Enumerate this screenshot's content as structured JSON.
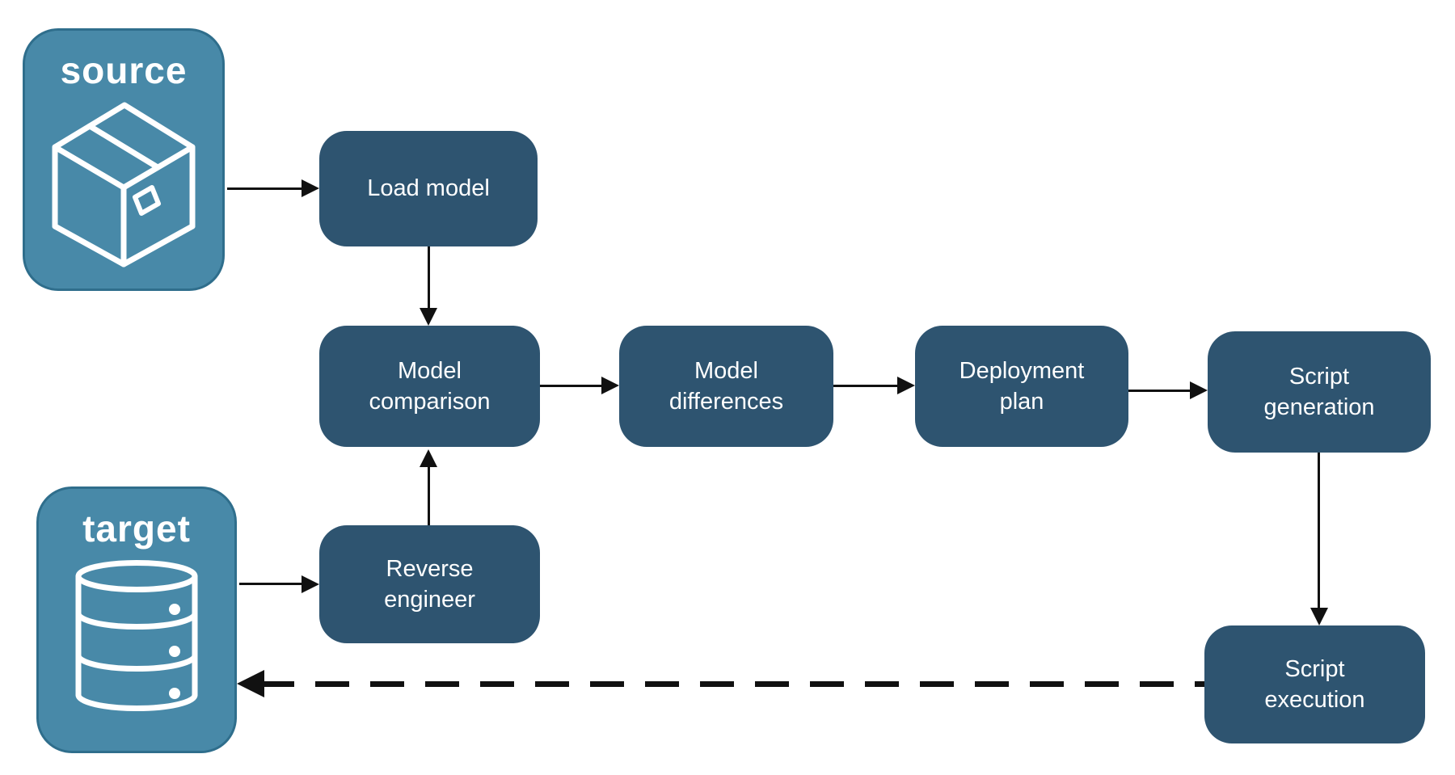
{
  "colors": {
    "node_fill": "#2E5470",
    "container_fill": "#4889A8",
    "container_border": "#2F6E8C",
    "arrow": "#111111",
    "text": "#FFFFFF",
    "background": "#FFFFFF"
  },
  "containers": {
    "source": {
      "label": "source",
      "icon": "package-icon"
    },
    "target": {
      "label": "target",
      "icon": "database-icon"
    }
  },
  "nodes": {
    "load_model": {
      "label": "Load model"
    },
    "model_comparison": {
      "label": "Model\ncomparison"
    },
    "model_differences": {
      "label": "Model\ndifferences"
    },
    "deployment_plan": {
      "label": "Deployment\nplan"
    },
    "script_generation": {
      "label": "Script\ngeneration"
    },
    "reverse_engineer": {
      "label": "Reverse\nengineer"
    },
    "script_execution": {
      "label": "Script\nexecution"
    }
  },
  "edges": [
    {
      "from": "source",
      "to": "load_model",
      "style": "solid",
      "direction": "right"
    },
    {
      "from": "load_model",
      "to": "model_comparison",
      "style": "solid",
      "direction": "down"
    },
    {
      "from": "target",
      "to": "reverse_engineer",
      "style": "solid",
      "direction": "right"
    },
    {
      "from": "reverse_engineer",
      "to": "model_comparison",
      "style": "solid",
      "direction": "up"
    },
    {
      "from": "model_comparison",
      "to": "model_differences",
      "style": "solid",
      "direction": "right"
    },
    {
      "from": "model_differences",
      "to": "deployment_plan",
      "style": "solid",
      "direction": "right"
    },
    {
      "from": "deployment_plan",
      "to": "script_generation",
      "style": "solid",
      "direction": "right"
    },
    {
      "from": "script_generation",
      "to": "script_execution",
      "style": "solid",
      "direction": "down"
    },
    {
      "from": "script_execution",
      "to": "target",
      "style": "dashed",
      "direction": "left"
    }
  ]
}
